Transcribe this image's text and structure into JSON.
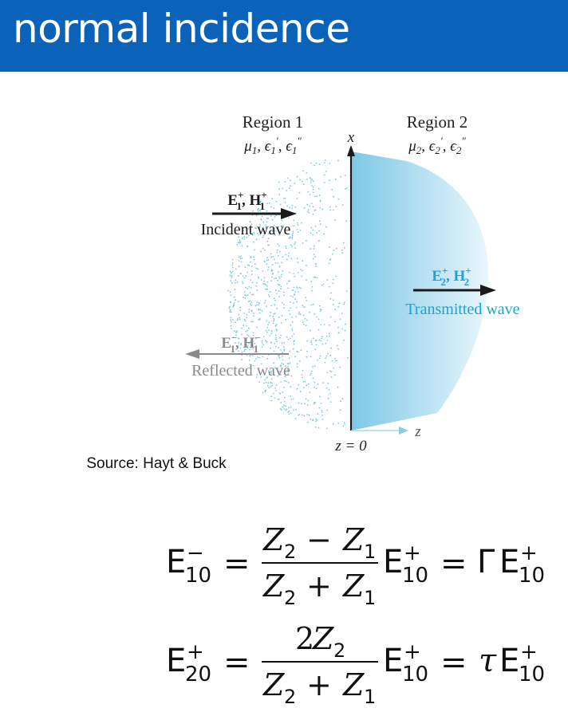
{
  "slide": {
    "title": "normal incidence",
    "caption": "Source: Hayt & Buck"
  },
  "figure": {
    "region1_label": "Region 1",
    "region2_label": "Region 2",
    "x_axis_label": "x",
    "z_axis_label": "z",
    "z_origin_label": "z = 0",
    "incident_label": "Incident wave",
    "reflected_label": "Reflected wave",
    "transmitted_label": "Transmitted wave",
    "colors": {
      "transmitted": "#1aa3d6",
      "reflected": "#8a8a8a",
      "dots": "#7cc7e0",
      "region2_fill": "#a9dbee"
    }
  },
  "equations": {
    "reflection": "E10− = (Z2 − Z1)/(Z2 + Z1) E10+ = Γ E10+",
    "transmission": "E20+ = 2Z2/(Z2 + Z1) E10+ = τ E10+"
  },
  "colors": {
    "title_bar": "#0a63b8",
    "title_text": "#ffffff"
  }
}
